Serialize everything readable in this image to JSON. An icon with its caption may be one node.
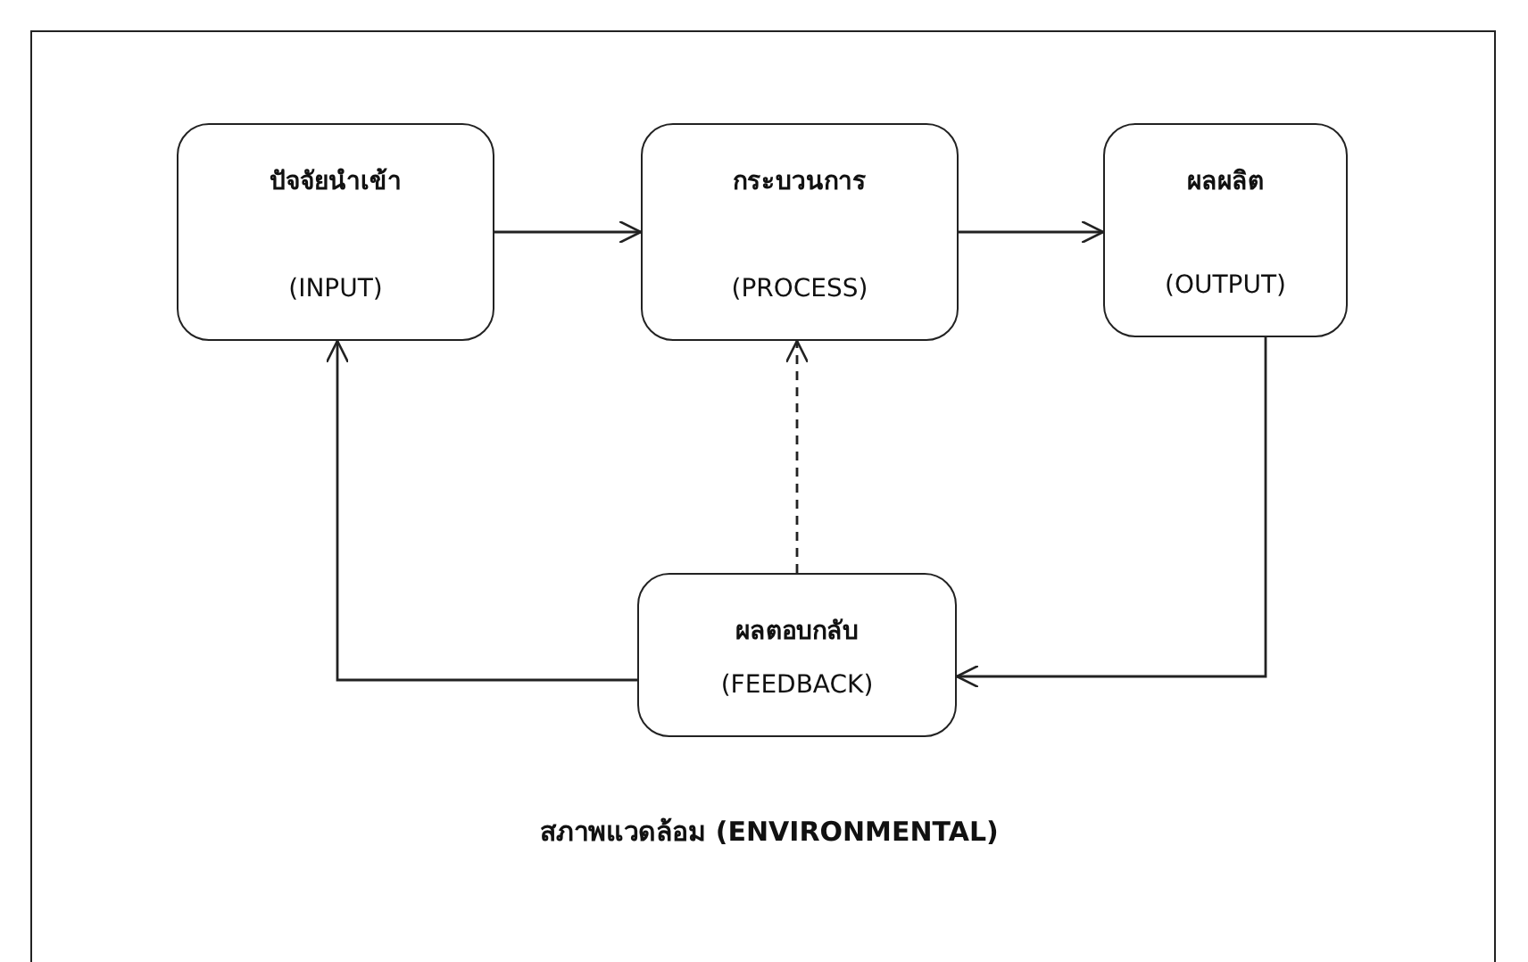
{
  "diagram": {
    "nodes": [
      {
        "text": [
          "สภาพแวดล้อม (ENVIRONMENTAL)"
        ]
      },
      {
        "text": [
          "ปัจจัยนำเข้า",
          "(INPUT)"
        ],
        "in": 0
      },
      {
        "text": [
          "กระบวนการ",
          "(PROCESS)"
        ],
        "in": 0
      },
      {
        "text": [
          "ผลผลิต",
          "(OUTPUT)"
        ],
        "in": 0
      },
      {
        "text": [
          "ผลตอบกลับ",
          "(FEEDBACK)"
        ],
        "in": 0
      }
    ],
    "edges": [
      {
        "from": 1,
        "to": 2,
        "arrow": "to"
      },
      {
        "from": 2,
        "to": 3,
        "arrow": "to"
      },
      {
        "from": 3,
        "to": 4,
        "arrow": "to"
      },
      {
        "from": 4,
        "to": 1,
        "arrow": "to"
      },
      {
        "from": 4,
        "to": 2,
        "arrow": "to",
        "style": "dashed"
      }
    ]
  }
}
